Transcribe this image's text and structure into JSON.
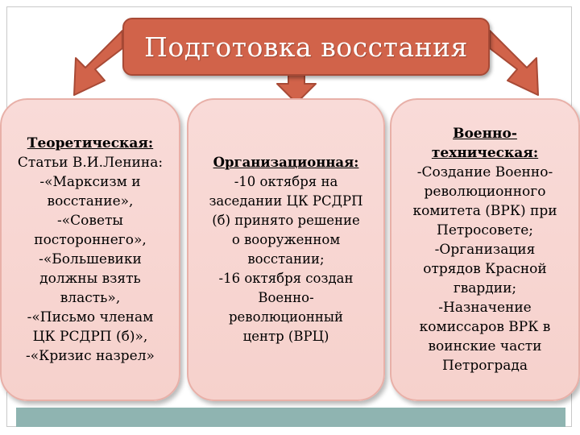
{
  "title": "Подготовка восстания",
  "colors": {
    "title_fill": "#d1634a",
    "card_fill": "#f9dbd8",
    "card_border": "#e8b0a8",
    "band": "#8fb4b1"
  },
  "cards": [
    {
      "heading": "Теоретическая:",
      "lines": [
        "Статьи В.И.Ленина:",
        "-«Марксизм и",
        "восстание»,",
        "-«Советы",
        "постороннего»,",
        "-«Большевики",
        "должны взять",
        "власть»,",
        "-«Письмо членам",
        "ЦК РСДРП (б)»,",
        "-«Кризис назрел»"
      ]
    },
    {
      "heading": "Организационная:",
      "lines": [
        "-10 октября на",
        "заседании ЦК РСДРП",
        "(б) принято решение",
        "о вооруженном",
        "восстании;",
        "-16 октября создан",
        "Военно-",
        "революционный",
        "центр (ВРЦ)"
      ]
    },
    {
      "heading_lines": [
        "Военно-",
        "техническая:"
      ],
      "lines": [
        "-Создание Военно-",
        "революционного",
        "комитета (ВРК) при",
        "Петросовете;",
        "-Организация",
        "отрядов Красной",
        "гвардии;",
        "-Назначение",
        "комиссаров ВРК в",
        "воинские части",
        "Петрограда"
      ]
    }
  ]
}
